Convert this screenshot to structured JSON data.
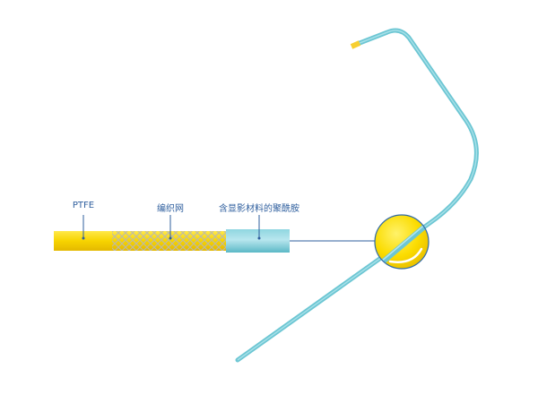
{
  "labels": {
    "ptfe": "PTFE",
    "braid": "编织网",
    "polyamide": "含显影材料的聚酰胺"
  },
  "colors": {
    "yellow": "#f5d000",
    "teal": "#6cc6d3",
    "leader": "#2f5f9e"
  }
}
